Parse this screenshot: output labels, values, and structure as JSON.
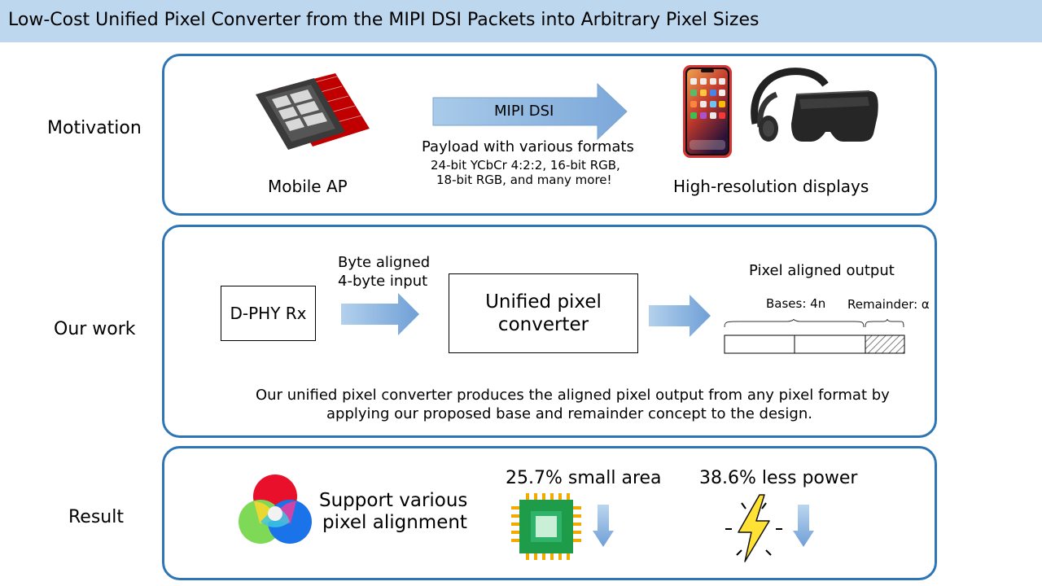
{
  "title": "Low-Cost Unified Pixel Converter from the MIPI DSI Packets into Arbitrary Pixel Sizes",
  "motivation": {
    "label": "Motivation",
    "ap_label": "Mobile AP",
    "arrow_label": "MIPI DSI",
    "payload_title": "Payload with various formats",
    "payload_line1": "24-bit YCbCr 4:2:2, 16-bit RGB,",
    "payload_line2": "18-bit RGB, and many more!",
    "display_label": "High-resolution  displays"
  },
  "our_work": {
    "label": "Our work",
    "dphy": "D-PHY Rx",
    "input_line1": "Byte aligned",
    "input_line2": "4-byte input",
    "converter_line1": "Unified pixel",
    "converter_line2": "converter",
    "output_title": "Pixel aligned output",
    "bases_label": "Bases: 4n",
    "remainder_label": "Remainder: α",
    "desc_line1": "Our unified pixel converter produces the aligned pixel output from any pixel format by",
    "desc_line2": "applying our proposed base and remainder concept to the design."
  },
  "result": {
    "label": "Result",
    "support_line1": "Support various",
    "support_line2": "pixel alignment",
    "area": "25.7% small area",
    "power": "38.6% less power"
  },
  "colors": {
    "title_bg": "#bdd7ee",
    "panel_border": "#2e75b6",
    "arrow_fill": "#9dc3e6"
  }
}
